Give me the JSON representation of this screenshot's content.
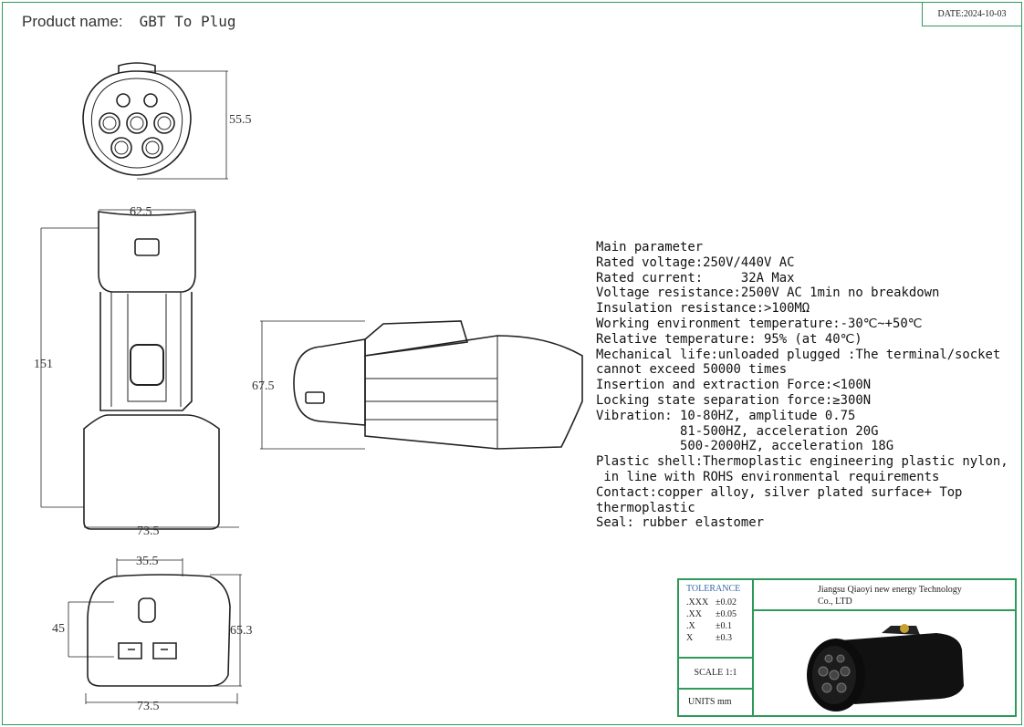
{
  "header": {
    "product_label": "Product name:",
    "product_name": "GBT To Plug",
    "date": "DATE:2024-10-03"
  },
  "dimensions": {
    "front_height": "55.5",
    "side_top_width": "62.5",
    "side_height": "151",
    "side_bottom_width": "73.5",
    "profile_height": "67.5",
    "rear_top_width": "35.5",
    "rear_inner_height": "45",
    "rear_height": "65.3",
    "rear_width": "73.5"
  },
  "specs": [
    "Main parameter",
    "Rated voltage:250V/440V AC",
    "Rated current:     32A Max",
    "Voltage resistance:2500V AC 1min no breakdown",
    "Insulation resistance:>100MΩ",
    "Working environment temperature:-30℃~+50℃",
    "Relative temperature: 95% (at 40℃)",
    "Mechanical life:unloaded plugged :The terminal/socket",
    "cannot exceed 50000 times",
    "Insertion and extraction Force:<100N",
    "Locking state separation force:≥300N",
    "Vibration: 10-80HZ, amplitude 0.75",
    "           81-500HZ, acceleration 20G",
    "           500-2000HZ, acceleration 18G",
    "Plastic shell:Thermoplastic engineering plastic nylon,",
    " in line with ROHS environmental requirements",
    "Contact:copper alloy, silver plated surface+ Top",
    "thermoplastic",
    "Seal: rubber elastomer"
  ],
  "title_block": {
    "tolerance_label": "TOLERANCE",
    "tolerances": [
      {
        "code": ".XXX",
        "value": "±0.02"
      },
      {
        "code": ".XX",
        "value": "±0.05"
      },
      {
        "code": ".X",
        "value": "±0.1"
      },
      {
        "code": "X",
        "value": "±0.3"
      }
    ],
    "scale": "SCALE  1:1",
    "units": "UNITS   mm",
    "company_line1": "Jiangsu Qiaoyi new energy Technology",
    "company_line2": "Co., LTD"
  },
  "colors": {
    "border": "#2e9a5a",
    "tolerance_label": "#3a6aa8"
  }
}
